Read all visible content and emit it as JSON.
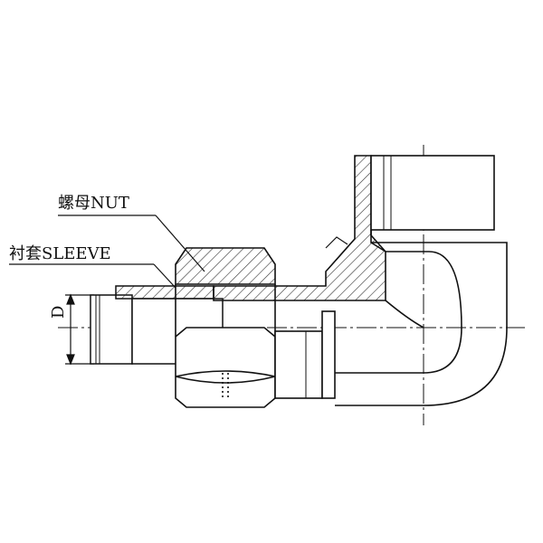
{
  "labels": {
    "nut": "螺母NUT",
    "sleeve": "衬套SLEEVE",
    "dimension": "D"
  },
  "colors": {
    "line": "#111111",
    "hatch": "#333333",
    "background": "#ffffff"
  }
}
